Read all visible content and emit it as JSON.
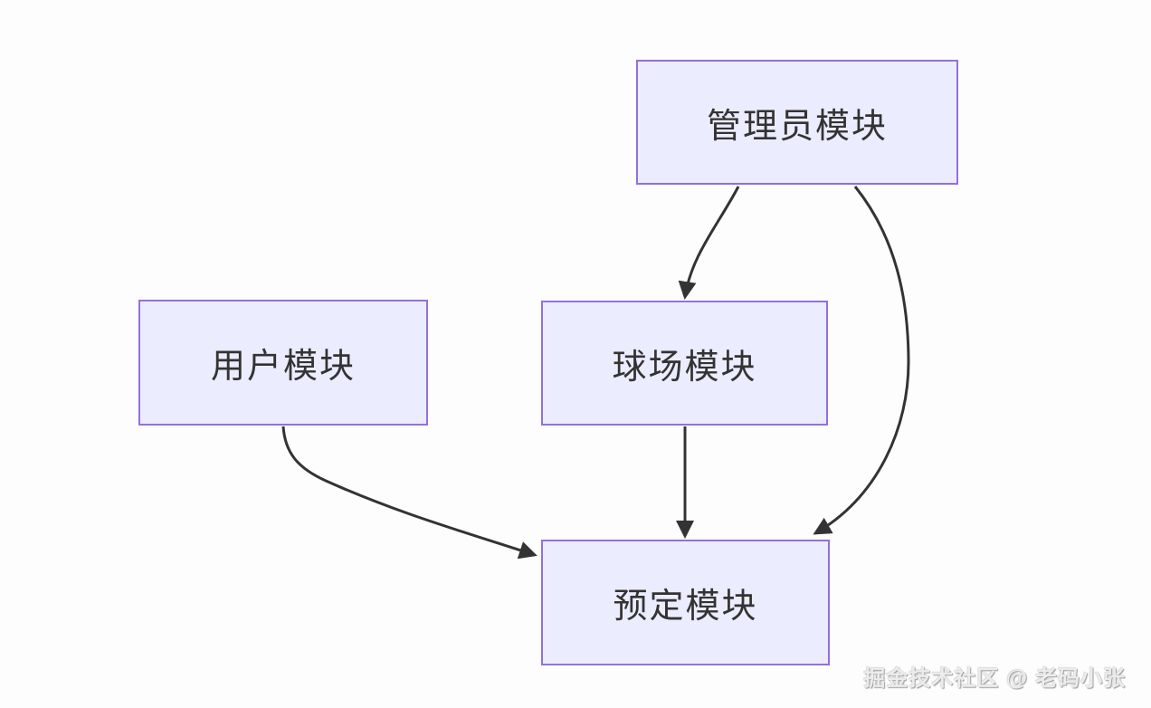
{
  "diagram": {
    "type": "flowchart",
    "nodes": [
      {
        "id": "admin",
        "label": "管理员模块"
      },
      {
        "id": "user",
        "label": "用户模块"
      },
      {
        "id": "court",
        "label": "球场模块"
      },
      {
        "id": "booking",
        "label": "预定模块"
      }
    ],
    "edges": [
      {
        "from": "admin",
        "to": "court"
      },
      {
        "from": "admin",
        "to": "booking"
      },
      {
        "from": "user",
        "to": "booking"
      },
      {
        "from": "court",
        "to": "booking"
      }
    ],
    "colors": {
      "node_fill": "#ECECFF",
      "node_border": "#9370DB",
      "edge_stroke": "#333333",
      "node_text": "#333333",
      "background": "#fdfdfd",
      "watermark_text": "#ececec"
    }
  },
  "watermark": {
    "text": "掘金技术社区 @ 老码小张"
  }
}
